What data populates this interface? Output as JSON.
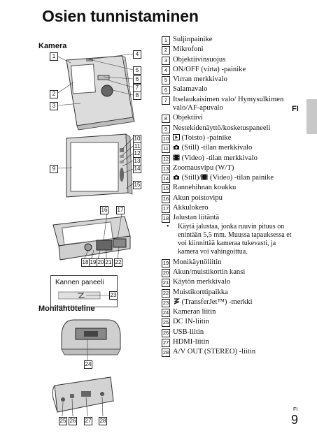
{
  "page": {
    "title": "Osien tunnistaminen",
    "lang_tab": "FI",
    "footer_lang": "FI",
    "page_number": "9"
  },
  "figures": {
    "camera_label": "Kamera",
    "cover_label": "Kannen paneeli",
    "dock_label": "Monilähtöteline"
  },
  "callouts": [
    "1",
    "2",
    "3",
    "4",
    "5",
    "6",
    "7",
    "8",
    "9",
    "10",
    "11",
    "12",
    "13",
    "14",
    "15",
    "16",
    "17",
    "18",
    "19",
    "20",
    "21",
    "22",
    "23",
    "24",
    "25",
    "26",
    "27",
    "28"
  ],
  "parts": [
    {
      "n": "1",
      "text": "Suljinpainike"
    },
    {
      "n": "2",
      "text": "Mikrofoni"
    },
    {
      "n": "3",
      "text": "Objektiivinsuojus"
    },
    {
      "n": "4",
      "text": "ON/OFF (virta) -painike"
    },
    {
      "n": "5",
      "text": "Virran merkkivalo"
    },
    {
      "n": "6",
      "text": "Salamavalo"
    },
    {
      "n": "7",
      "text": "Itselaukaisimen valo/ Hymysulkimen valo/AF-apuvalo"
    },
    {
      "n": "8",
      "text": "Objektiivi"
    },
    {
      "n": "9",
      "text": "Nestekidenäyttö/kosketuspaneeli"
    },
    {
      "n": "10",
      "text": "(Toisto) -painike"
    },
    {
      "n": "11",
      "text": "(Still) -tilan merkkivalo"
    },
    {
      "n": "12",
      "text": "(Video) -tilan merkkivalo"
    },
    {
      "n": "13",
      "text": "Zoomausvipu (W/T)"
    },
    {
      "n": "14",
      "text_a": "(Still)/",
      "text_b": "(Video) -tilan painike"
    },
    {
      "n": "15",
      "text": "Rannehihnan koukku"
    },
    {
      "n": "16",
      "text": "Akun poistovipu"
    },
    {
      "n": "17",
      "text": "Akkulokero"
    },
    {
      "n": "18",
      "text": "Jalustan liitäntä"
    },
    {
      "n": "19",
      "text": "Monikäyttöliitin"
    },
    {
      "n": "20",
      "text": "Akun/muistikortin kansi"
    },
    {
      "n": "21",
      "text": "Käytön merkkivalo"
    },
    {
      "n": "22",
      "text": "Muistikorttipaikka"
    },
    {
      "n": "23",
      "text": "(TransferJet™) -merkki"
    },
    {
      "n": "24",
      "text": "Kameran liitin"
    },
    {
      "n": "25",
      "text": "DC IN-liitin"
    },
    {
      "n": "26",
      "text": "USB-liitin"
    },
    {
      "n": "27",
      "text": "HDMI-liitin"
    },
    {
      "n": "28",
      "text": "A/V OUT (STEREO) -liitin"
    }
  ],
  "note": "Käytä jalustaa, jonka ruuvin pituus on enintään 5,5 mm. Muussa tapauksessa et voi kiinnittää kameraa tukevasti, ja kamera voi vahingoittua.",
  "bullet": "•"
}
